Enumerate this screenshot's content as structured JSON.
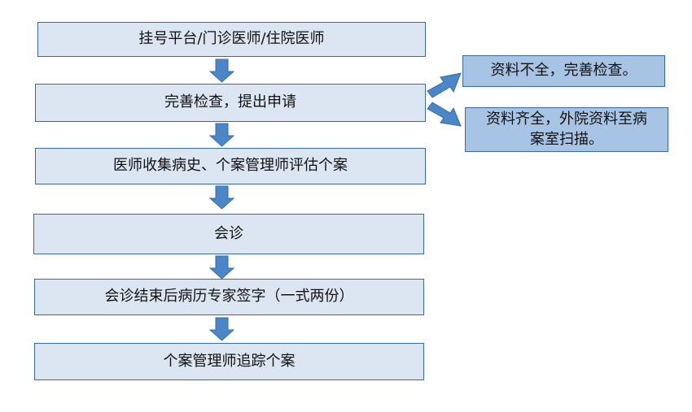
{
  "steps": [
    {
      "label": "挂号平台/门诊医师/住院医师"
    },
    {
      "label": "完善检查，提出申请"
    },
    {
      "label": "医师收集病史、个案管理师评估个案"
    },
    {
      "label": "会诊"
    },
    {
      "label": "会诊结束后病历专家签字（一式两份）"
    },
    {
      "label": "个案管理师追踪个案"
    }
  ],
  "branches": [
    {
      "label": "资料不全，完善检查。"
    },
    {
      "label": "资料齐全，外院资料至病案室扫描。"
    }
  ],
  "colors": {
    "box_fill": "#dce6f2",
    "side_box_fill": "#a8c4e4",
    "border": "#3d6a9c",
    "arrow": "#4a86c8"
  }
}
